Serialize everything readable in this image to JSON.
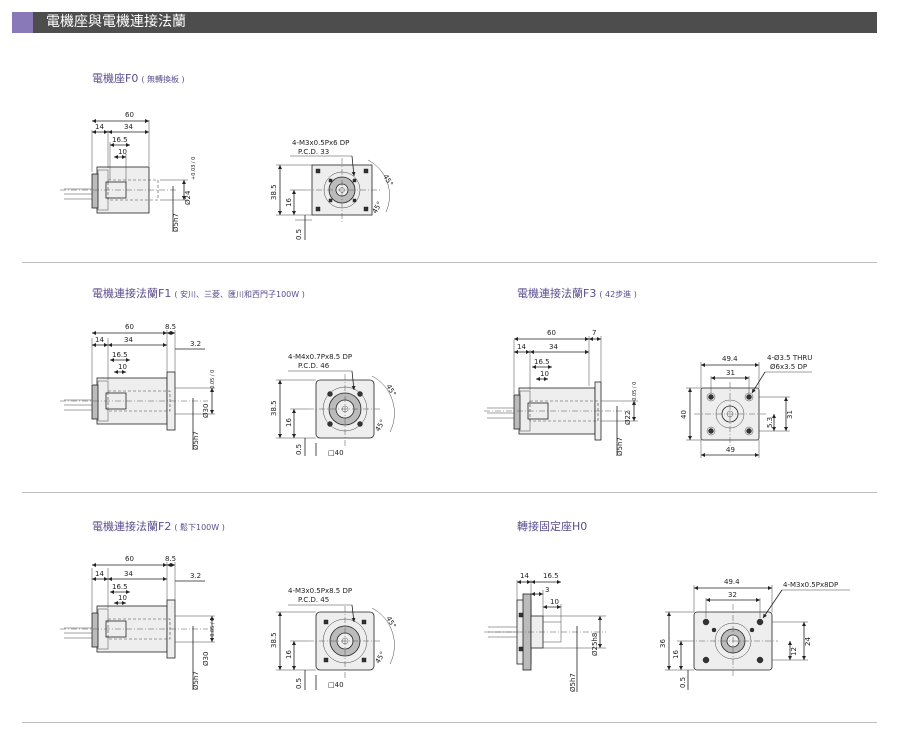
{
  "header": {
    "title": "電機座與電機連接法蘭"
  },
  "sections": {
    "f0": {
      "title": "電機座F0",
      "subtitle": "( 無轉換板 )"
    },
    "f1": {
      "title": "電機連接法蘭F1",
      "subtitle": "( 安川、三菱、匯川和西門子100W )"
    },
    "f3": {
      "title": "電機連接法蘭F3",
      "subtitle": "( 42步進 )"
    },
    "f2": {
      "title": "電機連接法蘭F2",
      "subtitle": "( 鬆下100W )"
    },
    "h0": {
      "title": "轉接固定座H0",
      "subtitle": ""
    }
  },
  "dims": {
    "f0": {
      "d60": "60",
      "d14": "14",
      "d34": "34",
      "d16_5": "16.5",
      "d10": "10",
      "dshaft": "Ø24",
      "dshaft_tol": "+0.03 / 0",
      "d5h7": "Ø5h7",
      "hole": "4-M3x0.5Px6 DP",
      "pcd": "P.C.D. 33",
      "h38_5": "38.5",
      "h16": "16",
      "h0_5": "0.5",
      "ang1": "45°",
      "ang2": "45°"
    },
    "f1": {
      "d60": "60",
      "d8_5": "8.5",
      "d14": "14",
      "d34": "34",
      "d3_2": "3.2",
      "d16_5": "16.5",
      "d10": "10",
      "dshaft": "Ø30",
      "dshaft_tol": "+0.05 / 0",
      "d5h7": "Ø5h7",
      "hole": "4-M4x0.7Px8.5 DP",
      "pcd": "P.C.D. 46",
      "h38_5": "38.5",
      "h16": "16",
      "h0_5": "0.5",
      "sq": "□40",
      "ang1": "45°",
      "ang2": "45°"
    },
    "f3": {
      "d60": "60",
      "d7": "7",
      "d14": "14",
      "d34": "34",
      "d16_5": "16.5",
      "d10": "10",
      "dshaft": "Ø22",
      "dshaft_tol": "+0.05 / 0",
      "d5h7": "Ø5h7",
      "w49_4": "49.4",
      "w31": "31",
      "w49": "49",
      "h40": "40",
      "h31": "31",
      "h5_3": "5.3",
      "hole1": "4-Ø3.5 THRU",
      "hole2": "Ø6x3.5 DP"
    },
    "f2": {
      "d60": "60",
      "d8_5": "8.5",
      "d14": "14",
      "d34": "34",
      "d3_2": "3.2",
      "d16_5": "16.5",
      "d10": "10",
      "dshaft": "Ø30",
      "dshaft_tol": "+0.05 / 0",
      "d5h7": "Ø5h7",
      "hole": "4-M3x0.5Px8.5 DP",
      "pcd": "P.C.D. 45",
      "h38_5": "38.5",
      "h16": "16",
      "h0_5": "0.5",
      "sq": "□40",
      "ang1": "45°",
      "ang2": "45°"
    },
    "h0": {
      "d14": "14",
      "d16_5": "16.5",
      "d3": "3",
      "d10": "10",
      "d25h8": "Ø25h8",
      "d5h7": "Ø5h7",
      "w49_4": "49.4",
      "w32": "32",
      "hole": "4-M3x0.5Px8DP",
      "h36": "36",
      "h16": "16",
      "h0_5": "0.5",
      "h24": "24",
      "h12": "12"
    }
  }
}
